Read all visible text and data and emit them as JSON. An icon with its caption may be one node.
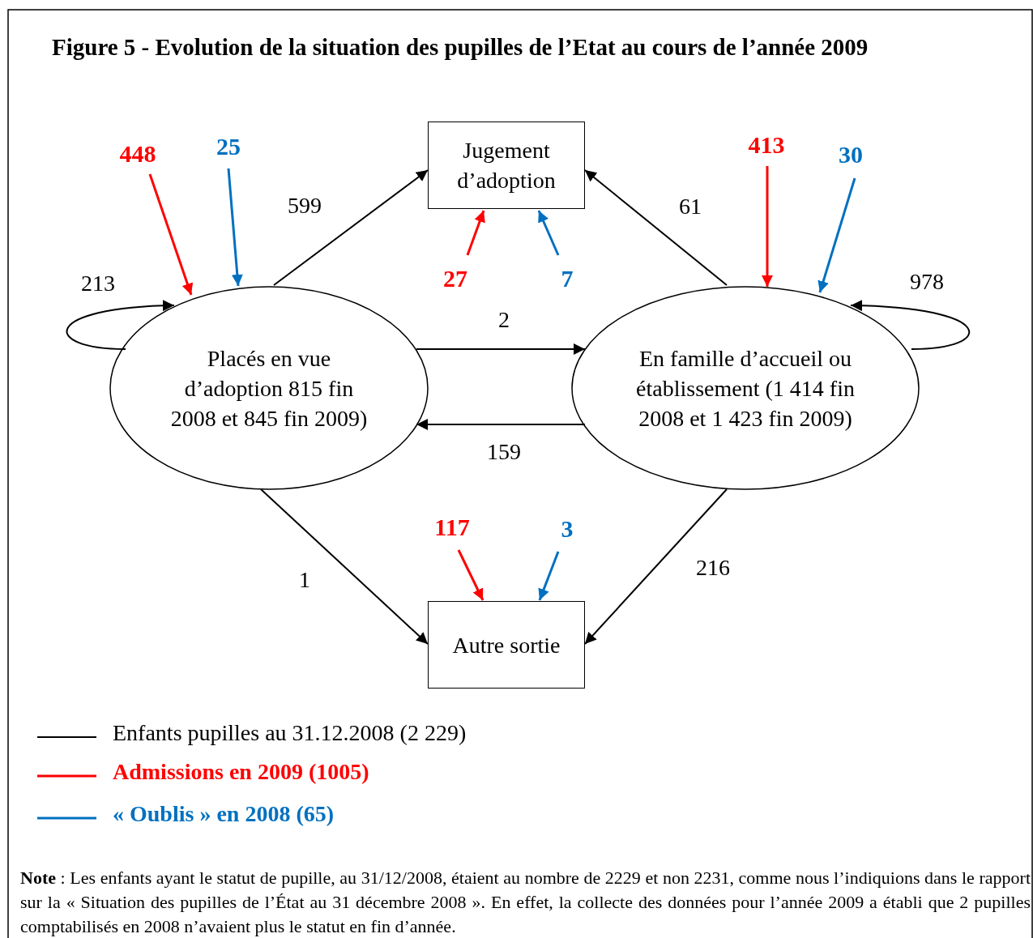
{
  "diagram": {
    "title": "Figure 5 - Evolution de la situation des pupilles de l’Etat au cours de l’année 2009",
    "nodes": [
      {
        "text": [
          "448"
        ]
      },
      {
        "text": [
          "25"
        ]
      },
      {
        "text": [
          "Jugement d’adoption"
        ]
      },
      {
        "text": [
          "413"
        ]
      },
      {
        "text": [
          "30"
        ]
      },
      {
        "text": [
          "27"
        ]
      },
      {
        "text": [
          "7"
        ]
      },
      {
        "text": [
          "Placés en vue d’adoption 815 fin 2008 et 845 fin 2009)"
        ]
      },
      {
        "text": [
          "En famille d’accueil ou établissement (1 414 fin 2008 et 1 423 fin 2009)"
        ]
      },
      {
        "text": [
          "117"
        ]
      },
      {
        "text": [
          "3"
        ]
      },
      {
        "text": [
          "Autre sortie"
        ]
      }
    ],
    "edges": [
      {
        "from": 7,
        "to": 2,
        "arrow": "to",
        "label": "599"
      },
      {
        "from": 8,
        "to": 2,
        "arrow": "to",
        "label": "61"
      },
      {
        "from": 7,
        "to": 7,
        "arrow": "to",
        "label": "213"
      },
      {
        "from": 8,
        "to": 8,
        "arrow": "to",
        "label": "978"
      },
      {
        "from": 7,
        "to": 8,
        "arrow": "to",
        "label": "2"
      },
      {
        "from": 8,
        "to": 7,
        "arrow": "to",
        "label": "159"
      },
      {
        "from": 7,
        "to": 11,
        "arrow": "to",
        "label": "1"
      },
      {
        "from": 8,
        "to": 11,
        "arrow": "to",
        "label": "216"
      },
      {
        "from": 0,
        "to": 7,
        "arrow": "to",
        "color": "#ff0000"
      },
      {
        "from": 1,
        "to": 7,
        "arrow": "to",
        "color": "#0070c0"
      },
      {
        "from": 5,
        "to": 2,
        "arrow": "to",
        "color": "#ff0000"
      },
      {
        "from": 6,
        "to": 2,
        "arrow": "to",
        "color": "#0070c0"
      },
      {
        "from": 3,
        "to": 8,
        "arrow": "to",
        "color": "#ff0000"
      },
      {
        "from": 4,
        "to": 8,
        "arrow": "to",
        "color": "#0070c0"
      },
      {
        "from": 9,
        "to": 11,
        "arrow": "to",
        "color": "#ff0000"
      },
      {
        "from": 10,
        "to": 11,
        "arrow": "to",
        "color": "#0070c0"
      }
    ],
    "labels": [
      "**Note** : Les enfants ayant le statut de pupille, au 31/12/2008, étaient au nombre de 2229 et non 2231, comme nous l’indiquions dans le rapport sur la « Situation des pupilles de l’État au 31 décembre 2008 ». En effet, la collecte des données pour l’année 2009 a établi que 2 pupilles comptabilisés en 2008 n’avaient plus le statut en fin d’année."
    ],
    "legend": [
      {
        "text": "Enfants pupilles au 31.12.2008 (2 229)"
      },
      {
        "text": "Admissions en 2009 (1005)"
      },
      {
        "text": "« Oublis » en 2008 (65)"
      }
    ]
  }
}
